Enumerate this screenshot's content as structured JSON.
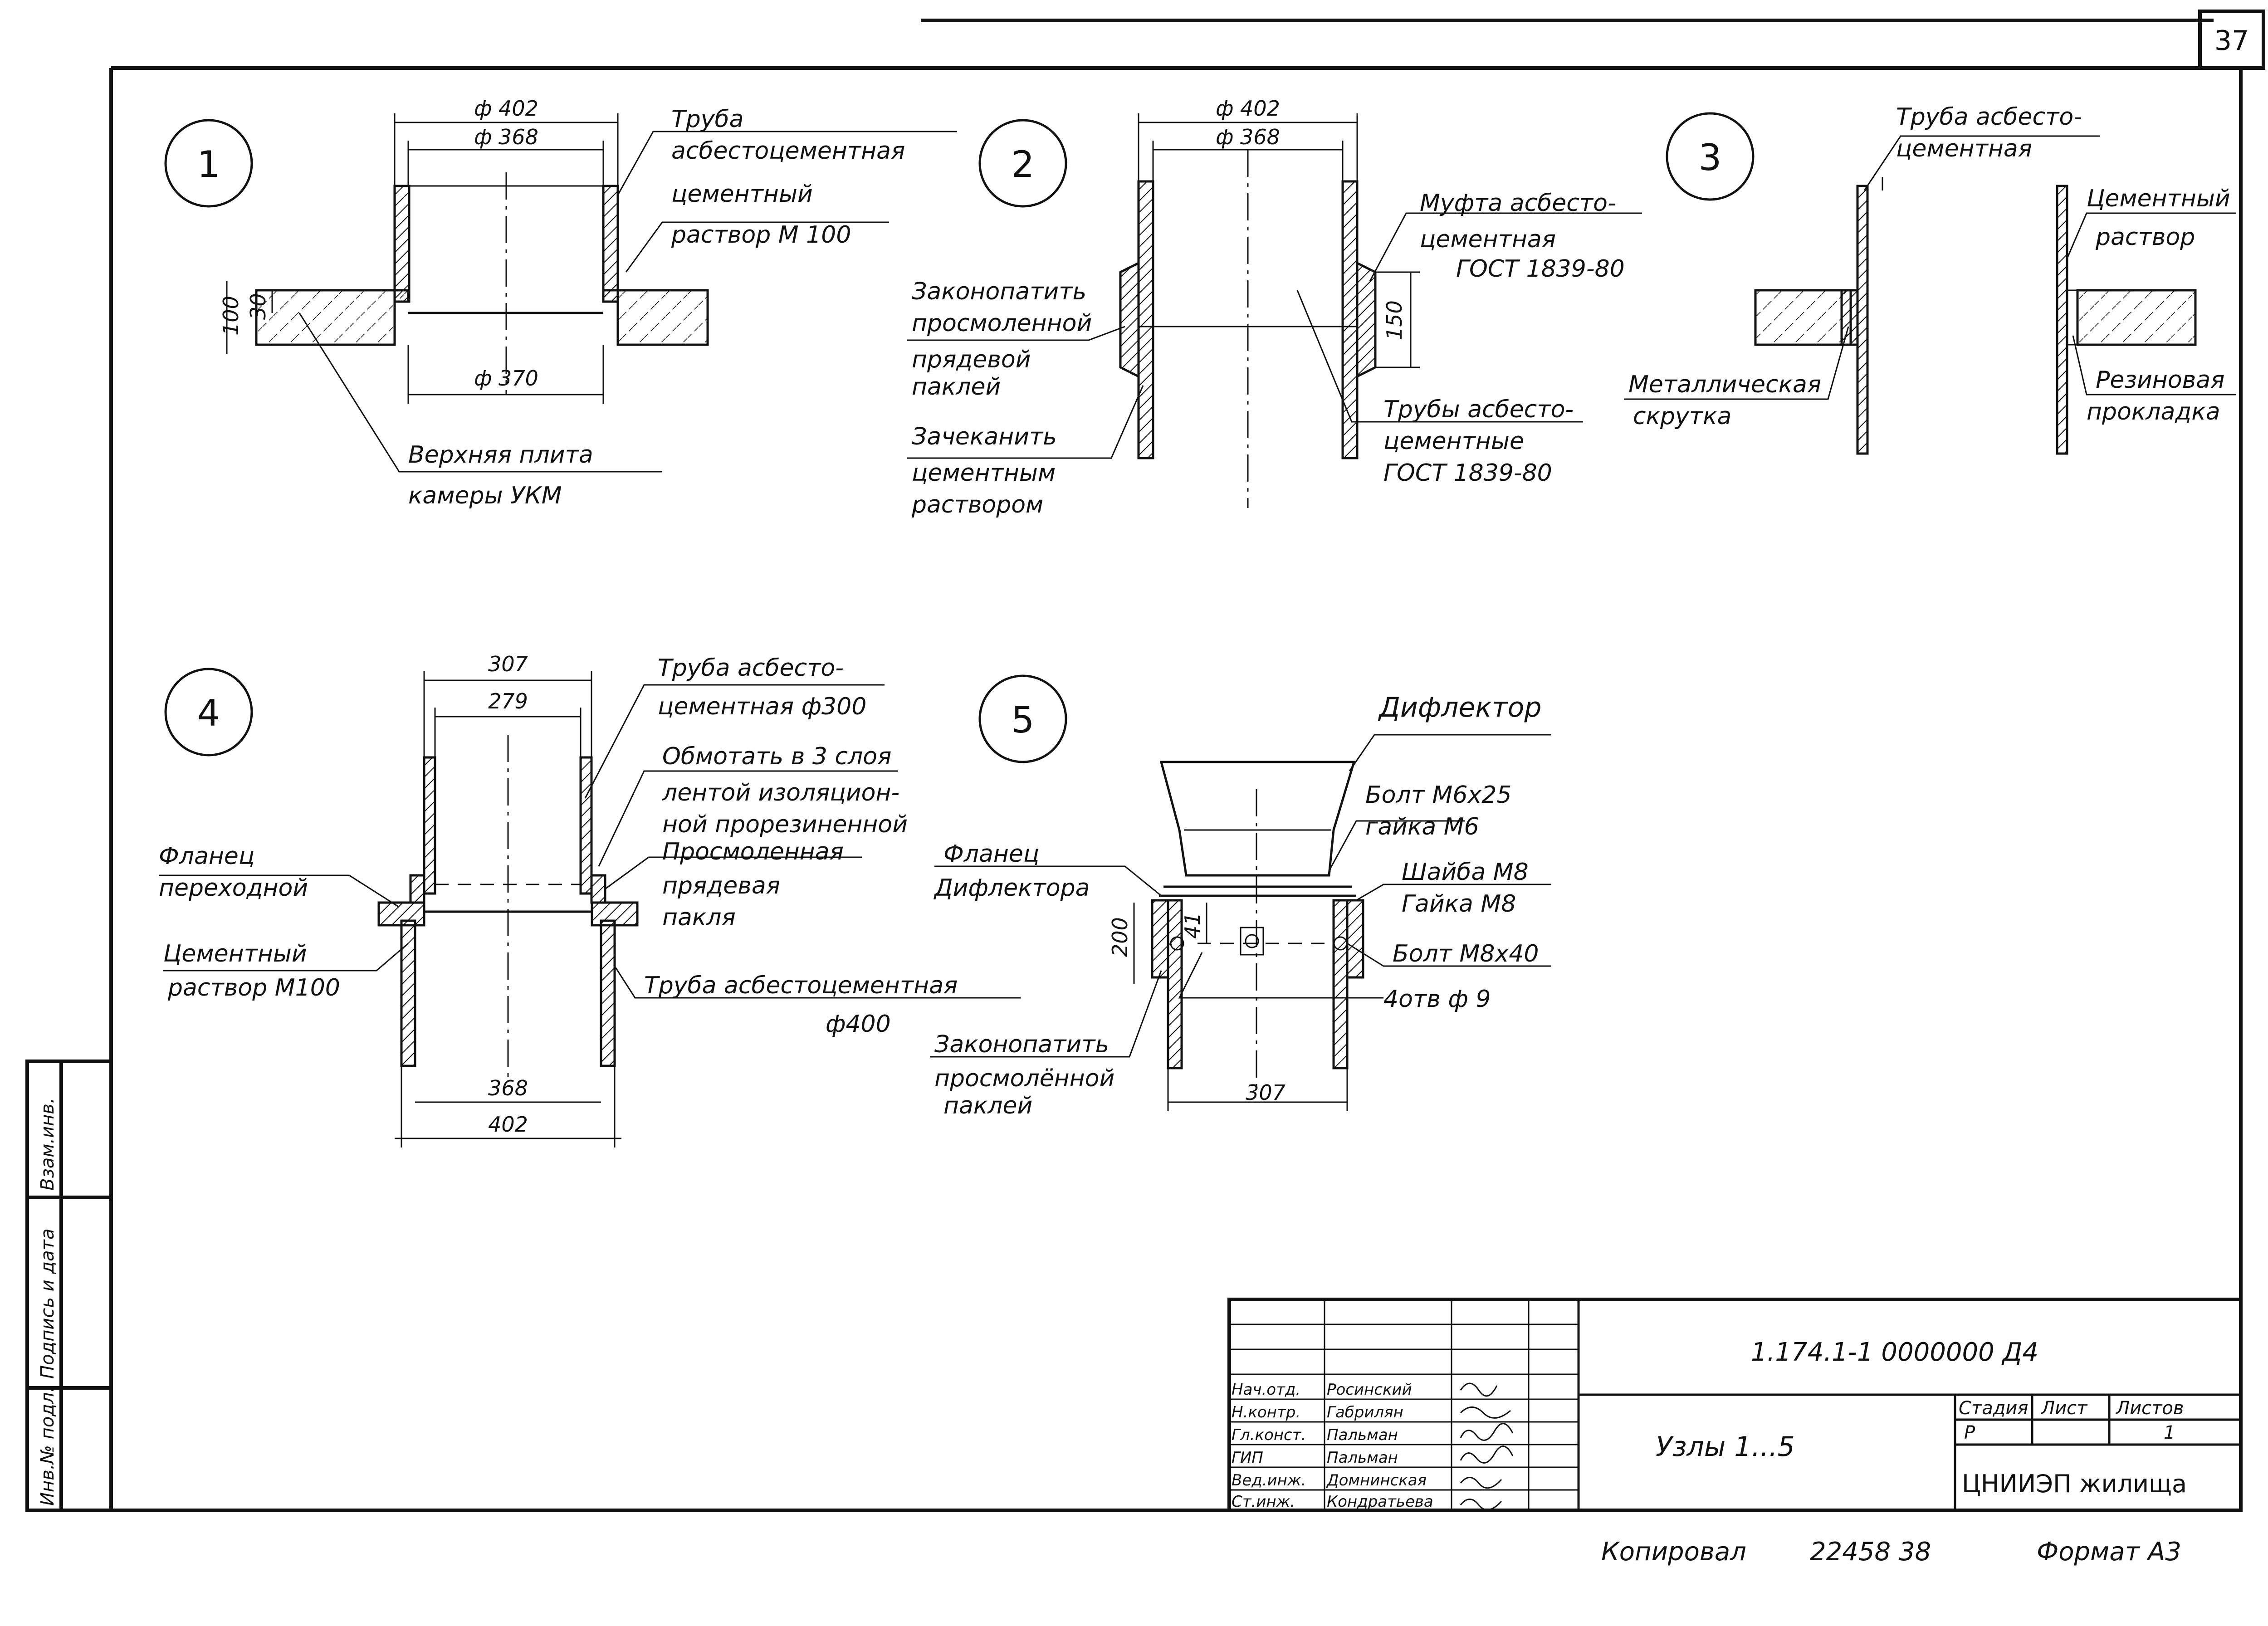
{
  "sheet": {
    "sheet_number": "37",
    "doc_code": "1.174.1-1  0000000 Д4",
    "sheet_title": "Узлы 1...5",
    "stage_header": "Стадия",
    "sheet_header": "Лист",
    "sheets_header": "Листов",
    "stage": "Р",
    "sheets_total": "1",
    "organization": "ЦНИИЭП жилища",
    "copied_label": "Копировал",
    "copied_number": "22458  38",
    "format_label": "Формат А3",
    "left_strip": [
      "Инв.№ подл.",
      "Подпись и дата",
      "Взам.инв."
    ]
  },
  "roles": [
    {
      "role": "Нач.отд.",
      "name": "Росинский"
    },
    {
      "role": "Н.контр.",
      "name": "Габрилян"
    },
    {
      "role": "Гл.конст.",
      "name": "Пальман"
    },
    {
      "role": "ГИП",
      "name": "Пальман"
    },
    {
      "role": "Вед.инж.",
      "name": "Домнинская"
    },
    {
      "role": "Ст.инж.",
      "name": "Кондратьева"
    }
  ],
  "node1": {
    "num": "1",
    "d402": "ф 402",
    "d368": "ф 368",
    "d370": "ф 370",
    "h100": "100",
    "h30": "30",
    "pipe": [
      "Труба",
      "асбестоцементная"
    ],
    "mortar": [
      "цементный",
      "раствор М 100"
    ],
    "slab": [
      "Верхняя плита",
      "камеры УКМ"
    ]
  },
  "node2": {
    "num": "2",
    "d402": "ф 402",
    "d368": "ф 368",
    "h150": "150",
    "coupling": [
      "Муфта асбесто-",
      "цементная",
      "ГОСТ 1839-80"
    ],
    "caulk": [
      "Законопатить",
      "просмоленной",
      "прядевой",
      "паклей"
    ],
    "seal": [
      "Зачеканить",
      "цементным",
      "раствором"
    ],
    "pipes": [
      "Трубы асбесто-",
      "цементные",
      "ГОСТ 1839-80"
    ]
  },
  "node3": {
    "num": "3",
    "pipe": [
      "Труба асбесто-",
      "цементная"
    ],
    "mortar": [
      "Цементный",
      "раствор"
    ],
    "twist": [
      "Металлическая",
      "скрутка"
    ],
    "gasket": [
      "Резиновая",
      "прокладка"
    ]
  },
  "node4": {
    "num": "4",
    "d307": "307",
    "d279": "279",
    "d368": "368",
    "d402": "402",
    "pipe300": [
      "Труба асбесто-",
      "цементная ф300"
    ],
    "wrap": [
      "Обмотать в 3 слоя",
      "лентой изоляцион-",
      "ной прорезиненной"
    ],
    "tow": [
      "Просмоленная",
      "прядевая",
      "пакля"
    ],
    "flange": [
      "Фланец",
      "переходной"
    ],
    "mortar": [
      "Цементный",
      "раствор М100"
    ],
    "pipe400": [
      "Труба асбестоцементная",
      "ф400"
    ]
  },
  "node5": {
    "num": "5",
    "d307": "307",
    "h200": "200",
    "h41": "41",
    "deflector": "Дифлектор",
    "bolt6": [
      "Болт М6х25",
      "гайка М6"
    ],
    "flange": [
      "Фланец",
      "Дифлектора"
    ],
    "washer": [
      "Шайба М8",
      "Гайка М8"
    ],
    "bolt8": "Болт М8х40",
    "holes": "4отв ф 9",
    "caulk": [
      "Законопатить",
      "просмолённой",
      "паклей"
    ]
  }
}
